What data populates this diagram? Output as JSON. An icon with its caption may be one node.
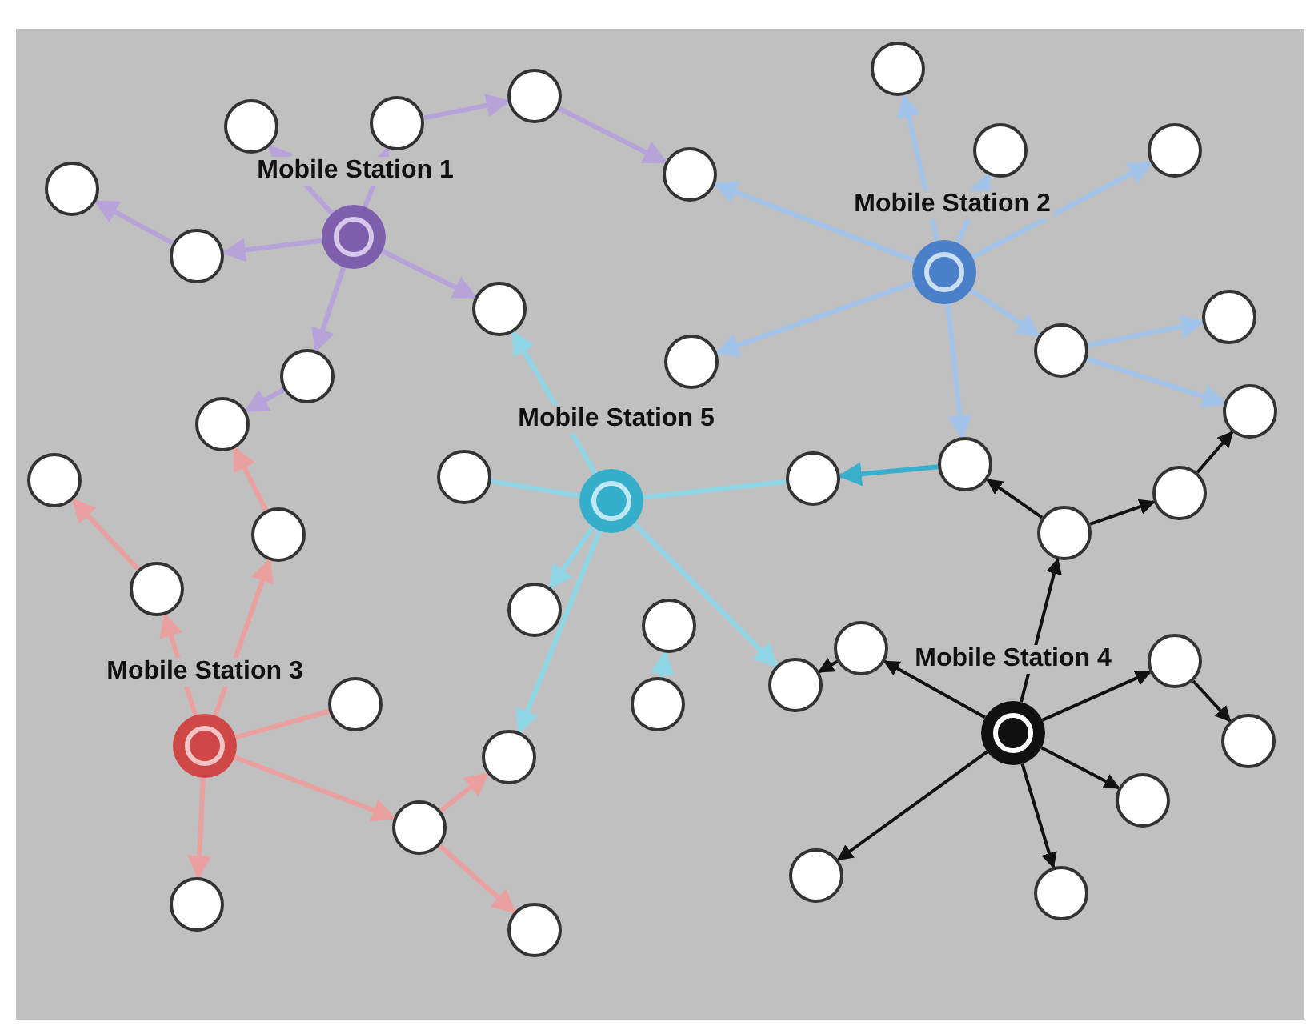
{
  "diagram": {
    "nodes": [
      {
        "text": [
          "Mobile Station 1"
        ]
      },
      {
        "text": [],
        "shape": "circle"
      },
      {
        "text": [],
        "shape": "circle"
      },
      {
        "text": [],
        "shape": "circle"
      },
      {
        "text": [],
        "shape": "circle"
      },
      {
        "text": [],
        "shape": "circle"
      },
      {
        "text": [],
        "shape": "circle"
      },
      {
        "text": [],
        "shape": "circle"
      },
      {
        "text": [],
        "shape": "circle"
      },
      {
        "text": [],
        "shape": "circle"
      },
      {
        "text": [
          "Mobile Station 2"
        ]
      },
      {
        "text": [],
        "shape": "circle"
      },
      {
        "text": [],
        "shape": "circle"
      },
      {
        "text": [],
        "shape": "circle"
      },
      {
        "text": [],
        "shape": "circle"
      },
      {
        "text": [],
        "shape": "circle"
      },
      {
        "text": [],
        "shape": "circle"
      },
      {
        "text": [],
        "shape": "circle"
      },
      {
        "text": [],
        "shape": "circle"
      },
      {
        "text": [
          "Mobile Station 5"
        ]
      },
      {
        "text": [],
        "shape": "circle"
      },
      {
        "text": [],
        "shape": "circle"
      },
      {
        "text": [],
        "shape": "circle"
      },
      {
        "text": [],
        "shape": "circle"
      },
      {
        "text": [],
        "shape": "circle"
      },
      {
        "text": [],
        "shape": "circle"
      },
      {
        "text": [],
        "shape": "circle"
      },
      {
        "text": [
          "Mobile Station 3"
        ]
      },
      {
        "text": [],
        "shape": "circle"
      },
      {
        "text": [],
        "shape": "circle"
      },
      {
        "text": [],
        "shape": "circle"
      },
      {
        "text": [],
        "shape": "circle"
      },
      {
        "text": [],
        "shape": "circle"
      },
      {
        "text": [],
        "shape": "circle"
      },
      {
        "text": [],
        "shape": "circle"
      },
      {
        "text": [
          "Mobile Station 4"
        ]
      },
      {
        "text": [],
        "shape": "circle"
      },
      {
        "text": [],
        "shape": "circle"
      },
      {
        "text": [],
        "shape": "circle"
      },
      {
        "text": [],
        "shape": "circle"
      },
      {
        "text": [],
        "shape": "circle"
      },
      {
        "text": [],
        "shape": "circle"
      },
      {
        "text": [],
        "shape": "circle"
      },
      {
        "text": [],
        "shape": "circle"
      }
    ],
    "edges": [
      {
        "from": 0,
        "to": 5,
        "arrow": "to",
        "color": "#b7a3d9"
      },
      {
        "from": 5,
        "to": 4,
        "arrow": "to",
        "color": "#b7a3d9"
      },
      {
        "from": 0,
        "to": 1,
        "arrow": "to",
        "color": "#b7a3d9"
      },
      {
        "from": 0,
        "to": 2,
        "arrow": "to",
        "color": "#b7a3d9"
      },
      {
        "from": 2,
        "to": 3,
        "arrow": "to",
        "color": "#b7a3d9"
      },
      {
        "from": 3,
        "to": 9,
        "arrow": "to",
        "color": "#b7a3d9"
      },
      {
        "from": 0,
        "to": 6,
        "arrow": "to",
        "color": "#b7a3d9"
      },
      {
        "from": 0,
        "to": 7,
        "arrow": "to",
        "color": "#b7a3d9"
      },
      {
        "from": 7,
        "to": 8,
        "arrow": "to",
        "color": "#b7a3d9"
      },
      {
        "from": 10,
        "to": 11,
        "arrow": "to",
        "color": "#a3c4ea"
      },
      {
        "from": 10,
        "to": 12,
        "arrow": "to",
        "color": "#a3c4ea"
      },
      {
        "from": 10,
        "to": 13,
        "arrow": "to",
        "color": "#a3c4ea"
      },
      {
        "from": 10,
        "to": 9,
        "arrow": "to",
        "color": "#a3c4ea"
      },
      {
        "from": 10,
        "to": 14,
        "arrow": "to",
        "color": "#a3c4ea"
      },
      {
        "from": 10,
        "to": 15,
        "arrow": "to",
        "color": "#a3c4ea"
      },
      {
        "from": 15,
        "to": 16,
        "arrow": "to",
        "color": "#a3c4ea"
      },
      {
        "from": 15,
        "to": 17,
        "arrow": "to",
        "color": "#a3c4ea"
      },
      {
        "from": 10,
        "to": 18,
        "arrow": "to",
        "color": "#a3c4ea"
      },
      {
        "from": 18,
        "to": 21,
        "arrow": "to",
        "color": "#3aaecd"
      },
      {
        "from": 19,
        "to": 20,
        "arrow": "none",
        "color": "#8ed6e6"
      },
      {
        "from": 19,
        "to": 21,
        "arrow": "none",
        "color": "#8ed6e6"
      },
      {
        "from": 19,
        "to": 6,
        "arrow": "to",
        "color": "#8ed6e6"
      },
      {
        "from": 19,
        "to": 22,
        "arrow": "to",
        "color": "#8ed6e6"
      },
      {
        "from": 19,
        "to": 26,
        "arrow": "to",
        "color": "#8ed6e6"
      },
      {
        "from": 19,
        "to": 25,
        "arrow": "to",
        "color": "#8ed6e6"
      },
      {
        "from": 24,
        "to": 23,
        "arrow": "to",
        "color": "#8ed6e6"
      },
      {
        "from": 27,
        "to": 30,
        "arrow": "to",
        "color": "#eba0a0"
      },
      {
        "from": 30,
        "to": 28,
        "arrow": "to",
        "color": "#eba0a0"
      },
      {
        "from": 27,
        "to": 29,
        "arrow": "to",
        "color": "#eba0a0"
      },
      {
        "from": 29,
        "to": 8,
        "arrow": "to",
        "color": "#eba0a0"
      },
      {
        "from": 27,
        "to": 31,
        "arrow": "none",
        "color": "#eba0a0"
      },
      {
        "from": 27,
        "to": 32,
        "arrow": "to",
        "color": "#eba0a0"
      },
      {
        "from": 32,
        "to": 25,
        "arrow": "to",
        "color": "#eba0a0"
      },
      {
        "from": 32,
        "to": 34,
        "arrow": "to",
        "color": "#eba0a0"
      },
      {
        "from": 27,
        "to": 33,
        "arrow": "to",
        "color": "#eba0a0"
      },
      {
        "from": 35,
        "to": 36,
        "arrow": "to"
      },
      {
        "from": 36,
        "to": 18,
        "arrow": "to"
      },
      {
        "from": 36,
        "to": 37,
        "arrow": "to"
      },
      {
        "from": 37,
        "to": 17,
        "arrow": "to"
      },
      {
        "from": 35,
        "to": 38,
        "arrow": "to"
      },
      {
        "from": 38,
        "to": 26,
        "arrow": "to"
      },
      {
        "from": 35,
        "to": 39,
        "arrow": "to"
      },
      {
        "from": 39,
        "to": 40,
        "arrow": "to"
      },
      {
        "from": 35,
        "to": 41,
        "arrow": "to"
      },
      {
        "from": 35,
        "to": 43,
        "arrow": "to"
      },
      {
        "from": 35,
        "to": 42,
        "arrow": "to"
      }
    ]
  }
}
